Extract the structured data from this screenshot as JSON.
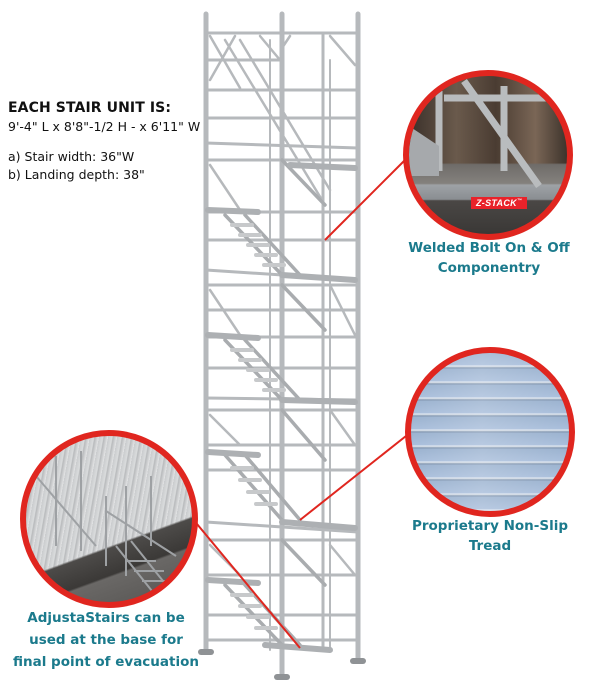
{
  "specs": {
    "title": "EACH STAIR UNIT IS:",
    "dimensions": "9'-4\" L x 8'8\"-1/2 H - x 6'11\" W",
    "items": [
      "a) Stair width: 36\"W",
      "b) Landing depth: 38\""
    ]
  },
  "callouts": [
    {
      "id": "welded",
      "caption_lines": [
        "Welded Bolt On & Off",
        "Componentry"
      ],
      "image_subject": "welded-landing-closeup",
      "badge": "Z-STACK",
      "badge_mark": "™"
    },
    {
      "id": "tread",
      "caption_lines": [
        "Proprietary Non-Slip",
        "Tread"
      ],
      "image_subject": "non-slip-tread-closeup"
    },
    {
      "id": "adjusta",
      "caption_lines": [
        "AdjustaStairs can be",
        "used at the base for",
        "final point of evacuation"
      ],
      "image_subject": "adjustastairs-base-render"
    }
  ],
  "colors": {
    "accent_red": "#e0261f",
    "caption_teal": "#1b7a8c",
    "metal": "#b9bcbf",
    "text": "#111111"
  }
}
